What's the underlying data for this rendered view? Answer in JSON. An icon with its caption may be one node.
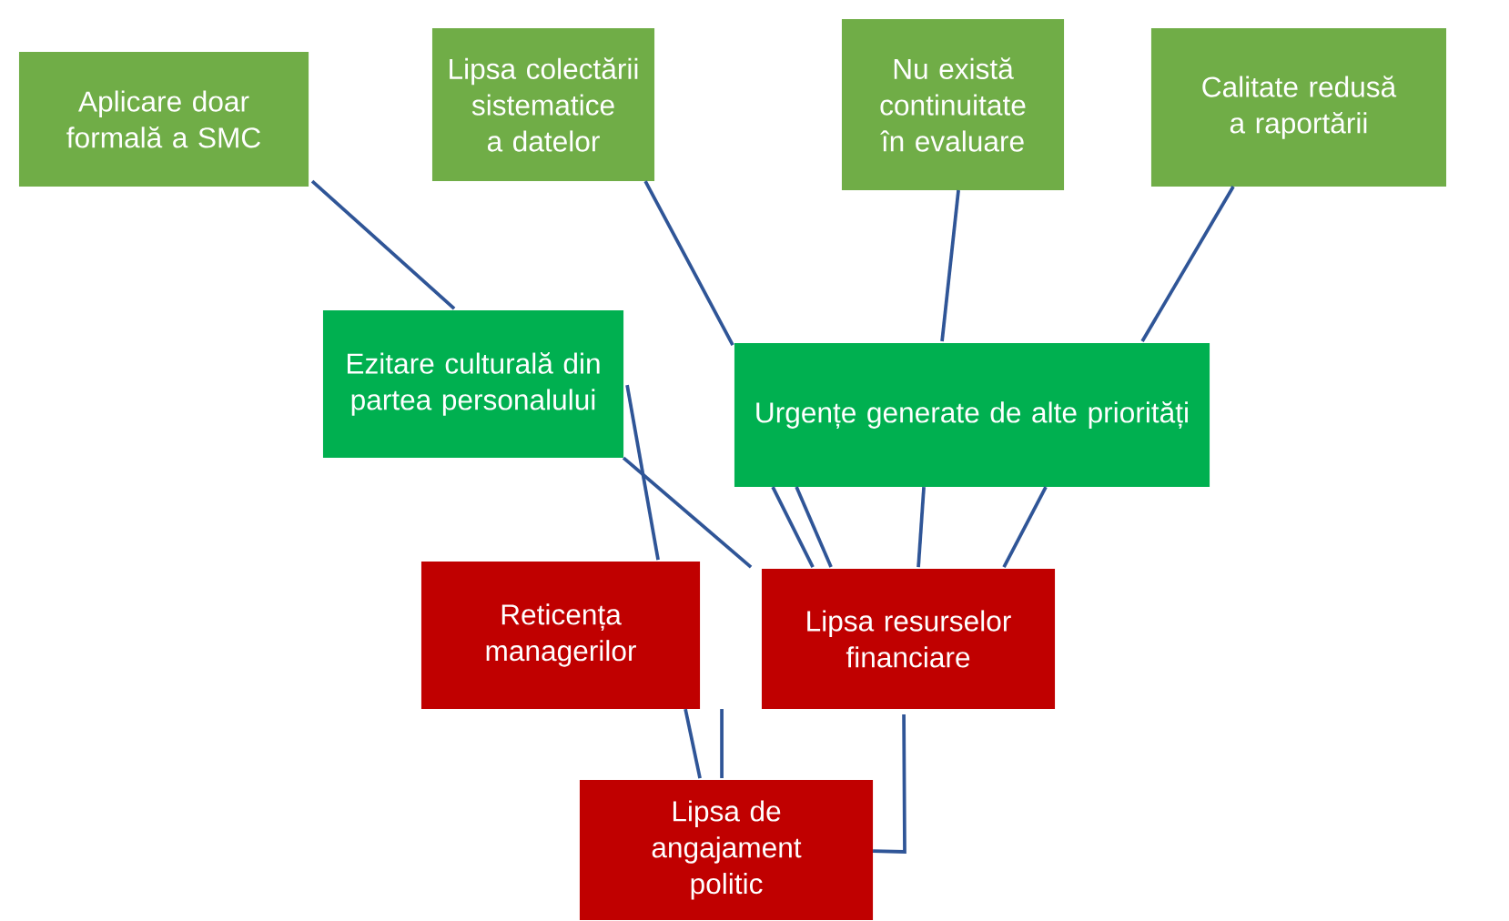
{
  "diagram": {
    "nodes": [
      {
        "text": [
          "Aplicare doar formală a SMC"
        ]
      },
      {
        "text": [
          "Lipsa colectării sistematice a datelor"
        ]
      },
      {
        "text": [
          "Nu există continuitate în evaluare"
        ]
      },
      {
        "text": [
          "Calitate redusă a raportării"
        ]
      },
      {
        "text": [
          "Ezitare culturală din partea personalului"
        ]
      },
      {
        "text": [
          "Urgențe generate de alte priorități"
        ]
      },
      {
        "text": [
          "Reticența managerilor"
        ]
      },
      {
        "text": [
          "Lipsa resurselor financiare"
        ]
      },
      {
        "text": [
          "Lipsa de angajament politic"
        ]
      }
    ],
    "edges": [
      {
        "from": 0,
        "to": 4,
        "arrow": "none"
      },
      {
        "from": 1,
        "to": 5,
        "arrow": "none"
      },
      {
        "from": 2,
        "to": 5,
        "arrow": "none"
      },
      {
        "from": 3,
        "to": 5,
        "arrow": "none"
      },
      {
        "from": 4,
        "to": 6,
        "arrow": "none"
      },
      {
        "from": 4,
        "to": 7,
        "arrow": "none"
      },
      {
        "from": 5,
        "to": 7,
        "arrow": "none"
      },
      {
        "from": 5,
        "to": 7,
        "arrow": "none"
      },
      {
        "from": 5,
        "to": 7,
        "arrow": "none"
      },
      {
        "from": 5,
        "to": 7,
        "arrow": "none"
      },
      {
        "from": 6,
        "to": 8,
        "arrow": "none"
      },
      {
        "from": 6,
        "to": 8,
        "arrow": "none"
      },
      {
        "from": 7,
        "to": 8,
        "arrow": "none"
      }
    ]
  }
}
